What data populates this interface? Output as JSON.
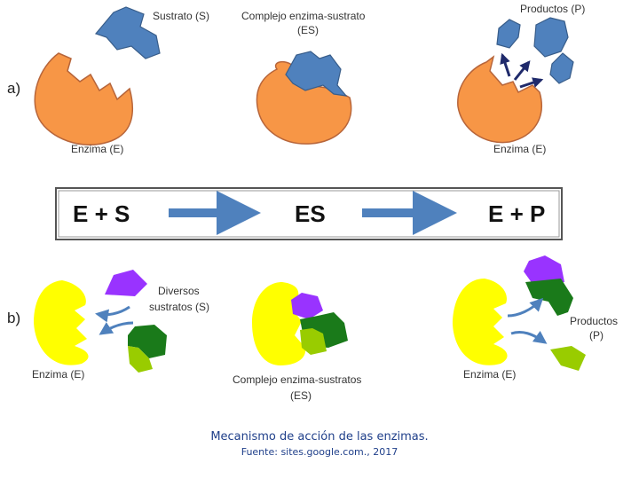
{
  "colors": {
    "enzyme_a": "#f79646",
    "enzyme_a_stroke": "#b7653a",
    "substrate_a": "#4f81bd",
    "substrate_a_stroke": "#385d8a",
    "enzyme_b": "#ffff00",
    "substrate_purple": "#9933ff",
    "substrate_darkgreen": "#1a7a1a",
    "substrate_lightgreen": "#99cc00",
    "flow_arrow": "#4f81bd",
    "product_arrow": "#1f2a6b",
    "caption": "#1f3f8a"
  },
  "panel_a": {
    "part_label": "a)",
    "substrate_label": "Sustrato (S)",
    "enzyme_label": "Enzima (E)",
    "complex_label_line1": "Complejo enzima-sustrato",
    "complex_label_line2": "(ES)",
    "products_label": "Productos (P)",
    "enzyme_right_label": "Enzima (E)"
  },
  "equation": {
    "left": "E + S",
    "middle": "ES",
    "right": "E + P"
  },
  "panel_b": {
    "part_label": "b)",
    "substrates_label_line1": "Diversos",
    "substrates_label_line2": "sustratos (S)",
    "enzyme_label": "Enzima (E)",
    "complex_label_line1": "Complejo enzima-sustratos",
    "complex_label_line2": "(ES)",
    "enzyme_right_label": "Enzima (E)",
    "products_label_line1": "Productos",
    "products_label_line2": "(P)"
  },
  "caption": {
    "title": "Mecanismo de acción de las enzimas.",
    "source": "Fuente: sites.google.com., 2017"
  }
}
